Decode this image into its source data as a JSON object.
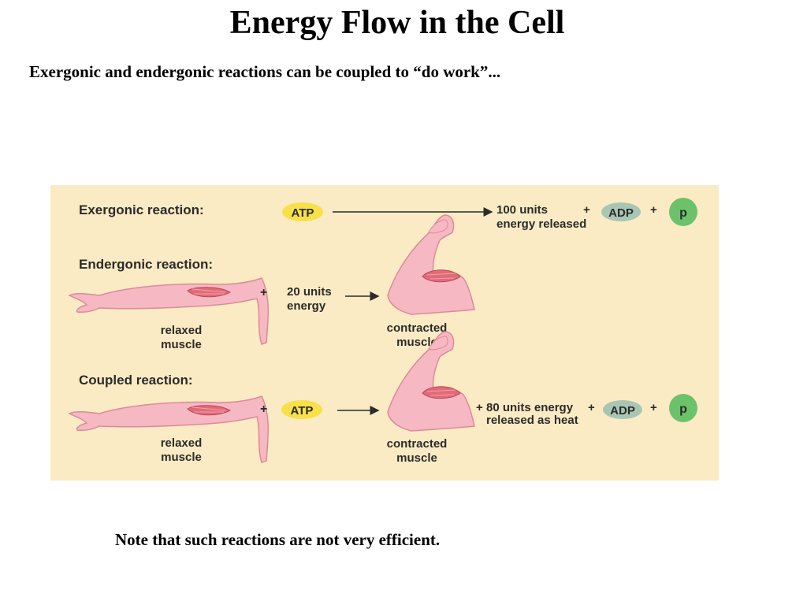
{
  "title": "Energy Flow in the Cell",
  "subtitle": "Exergonic and endergonic reactions can be coupled to “do work”...",
  "note": "Note that such reactions are not very efficient.",
  "colors": {
    "panel_bg": "#fbebc4",
    "atp": "#f7e04a",
    "adp": "#a9c6b4",
    "phosphate": "#6cc26a",
    "arm": "#f6b9c4",
    "muscle": "#e26b78"
  },
  "exergonic": {
    "heading": "Exergonic reaction:",
    "atp": "ATP",
    "product_line1": "100 units",
    "product_line2": "energy released",
    "plus1": "+",
    "adp": "ADP",
    "plus2": "+",
    "phosphate": "p"
  },
  "endergonic": {
    "heading": "Endergonic reaction:",
    "plus": "+",
    "energy_line1": "20 units",
    "energy_line2": "energy",
    "relaxed_line1": "relaxed",
    "relaxed_line2": "muscle",
    "contracted_line1": "contracted",
    "contracted_line2": "muscle"
  },
  "coupled": {
    "heading": "Coupled reaction:",
    "plus1": "+",
    "atp": "ATP",
    "plus2": "+",
    "heat_line1": "80 units energy",
    "heat_line2": "released as heat",
    "plus3": "+",
    "adp": "ADP",
    "plus4": "+",
    "phosphate": "p",
    "relaxed_line1": "relaxed",
    "relaxed_line2": "muscle",
    "contracted_line1": "contracted",
    "contracted_line2": "muscle"
  }
}
